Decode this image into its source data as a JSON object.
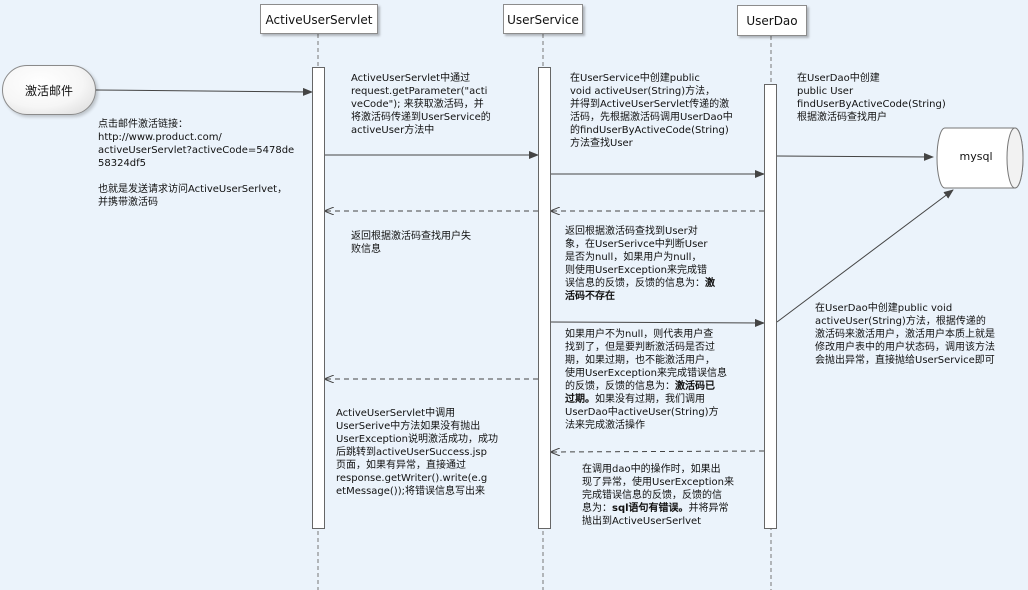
{
  "lifelines": {
    "servlet": "ActiveUserServlet",
    "service": "UserService",
    "dao": "UserDao"
  },
  "actor": {
    "label": "激活邮件"
  },
  "database": {
    "label": "mysql"
  },
  "notes": {
    "click_link": "点击邮件激活链接：\nhttp://www.product.com/\nactiveUserServlet?activeCode=5478de\n58324df5\n\n也就是发送请求访问ActiveUserSerlvet，\n并携带激活码",
    "servlet_get_param": "ActiveUserServlet中通过\nrequest.getParameter(\"acti\nveCode\"); 来获取激活码，并\n将激活码传递到UserService的\nactiveUser方法中",
    "service_create": "在UserService中创建public\nvoid activeUser(String)方法，\n并得到ActiveUserServlet传递的激\n活码，先根据激活码调用UserDao中\n的findUserByActiveCode(String)\n方法查找User",
    "dao_create_find": "在UserDao中创建\npublic User\nfindUserByActiveCode(String)\n根据激活码查找用户",
    "return_fail": "返回根据激活码查找用户失\n败信息",
    "found_user_pre": "返回根据激活码查找到User对\n象，在UserSerivce中判断User\n是否为null，如果用户为null，\n则使用UserException来完成错\n误信息的反馈，反馈的信息为：",
    "found_user_bold": "激\n活码不存在",
    "dao_create_active": "在UserDao中创建public void\nactiveUser(String)方法，根据传递的\n激活码来激活用户，激活用户本质上就是\n修改用户表中的用户状态码，调用该方法\n会抛出异常，直接抛给UserService即可",
    "not_null_pre": "如果用户不为null，则代表用户查\n找到了，但是要判断激活码是否过\n期，如果过期，也不能激活用户，\n使用UserException来完成错误信息\n的反馈，反馈的信息为：",
    "not_null_bold": "激活码已\n过期。",
    "not_null_post": "如果没有过期，我们调用\nUserDao中activeUser(String)方\n法来完成激活操作",
    "servlet_call": "ActiveUserServlet中调用\nUserSerive中方法如果没有抛出\nUserException说明激活成功，成功\n后跳转到activeUserSuccess.jsp\n页面，如果有异常，直接通过\nresponse.getWriter().write(e.g\netMessage());将错误信息写出来",
    "dao_exception_pre": "在调用dao中的操作时，如果出\n现了异常，使用UserException来\n完成错误信息的反馈，反馈的信\n息为：",
    "dao_exception_bold": "sql语句有错误。",
    "dao_exception_post": "并将异常\n抛出到ActiveUserSerlvet"
  },
  "colors": {
    "background": "#ebf3fb",
    "line": "#555555"
  }
}
